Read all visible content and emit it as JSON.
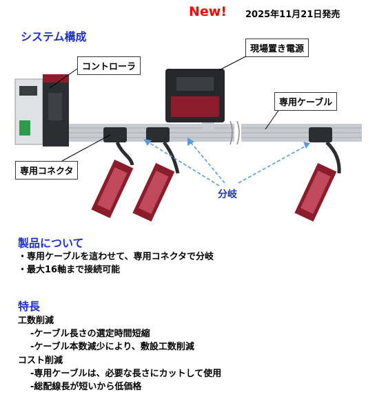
{
  "header": {
    "new_label": "New!",
    "release": "2025年11月21日発売"
  },
  "system": {
    "title": "システム構成",
    "labels": {
      "controller": "コントローラ",
      "power": "現場置き電源",
      "cable": "専用ケーブル",
      "connector": "専用コネクタ",
      "branch": "分岐"
    }
  },
  "product": {
    "title": "製品について",
    "lines": [
      "・専用ケーブルを這わせて、専用コネクタで分岐",
      "・最大16軸まで接続可能"
    ]
  },
  "features": {
    "title": "特長",
    "groups": [
      {
        "heading": "工数削減",
        "items": [
          "-ケーブル長さの選定時間短縮",
          "-ケーブル本数減少により、敷設工数削減"
        ]
      },
      {
        "heading": "コスト削減",
        "items": [
          "-専用ケーブルは、必要な長さにカットして使用",
          "-総配線長が短いから低価格"
        ]
      }
    ]
  },
  "colors": {
    "accent": "#1f2fd1",
    "new": "#ff0000",
    "device_red": "#8a1c2c",
    "cable": "#c8ccd2",
    "arrow": "#5b9bd5"
  }
}
